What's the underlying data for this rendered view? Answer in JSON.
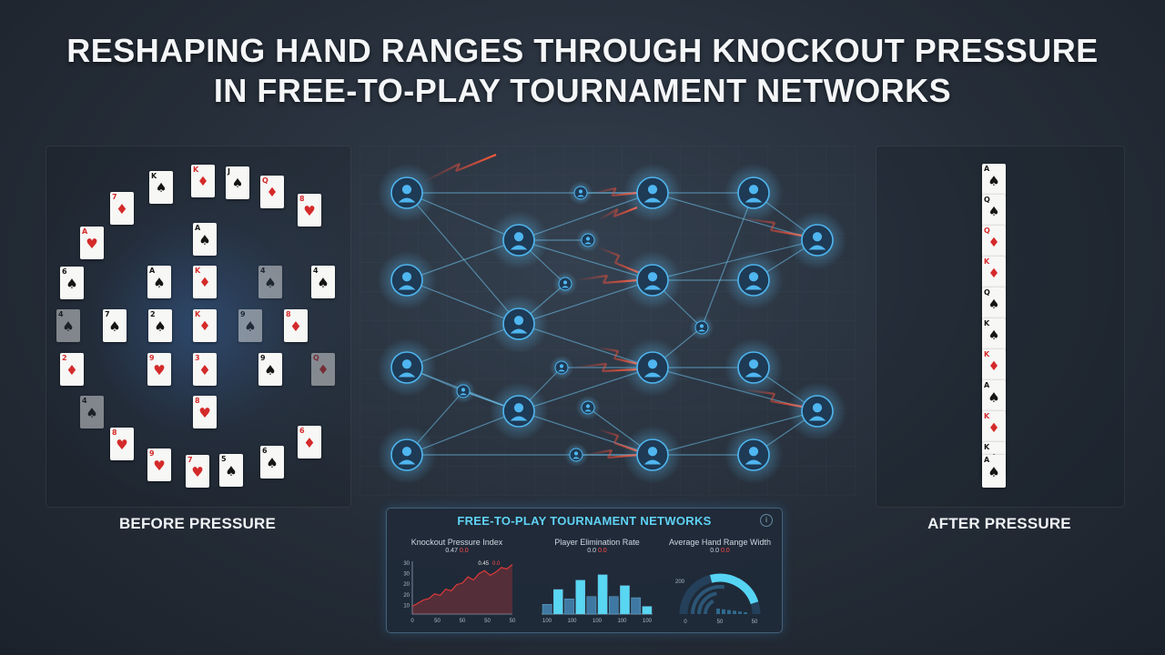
{
  "title": {
    "line1": "RESHAPING HAND RANGES THROUGH KNOCKOUT PRESSURE",
    "line2": "IN FREE-TO-PLAY TOURNAMENT NETWORKS"
  },
  "before": {
    "label": "BEFORE PRESSURE",
    "cards": [
      {
        "r": "K",
        "s": "♠",
        "c": "black",
        "f": true
      },
      {
        "r": "K",
        "s": "♦",
        "c": "red",
        "f": true
      },
      {
        "r": "J",
        "s": "♠",
        "c": "black",
        "f": true
      },
      {
        "r": "Q",
        "s": "♦",
        "c": "red",
        "f": true
      },
      {
        "r": "7",
        "s": "♦",
        "c": "red"
      },
      {
        "r": "8",
        "s": "♥",
        "c": "red"
      },
      {
        "r": "A",
        "s": "♥",
        "c": "red"
      },
      {
        "r": "A",
        "s": "♠",
        "c": "black"
      },
      {
        "r": "6",
        "s": "♠",
        "c": "black"
      },
      {
        "r": "A",
        "s": "♠",
        "c": "black"
      },
      {
        "r": "4",
        "s": "♠",
        "c": "black"
      },
      {
        "r": "K",
        "s": "♦",
        "c": "red",
        "f": true
      },
      {
        "r": "4",
        "s": "♠",
        "c": "black",
        "dim": true
      },
      {
        "r": "4",
        "s": "♠",
        "c": "black",
        "dim": true
      },
      {
        "r": "7",
        "s": "♠",
        "c": "black"
      },
      {
        "r": "2",
        "s": "♠",
        "c": "black"
      },
      {
        "r": "K",
        "s": "♦",
        "c": "red",
        "f": true
      },
      {
        "r": "9",
        "s": "♠",
        "c": "black",
        "dim": true
      },
      {
        "r": "8",
        "s": "♦",
        "c": "red"
      },
      {
        "r": "2",
        "s": "♦",
        "c": "red"
      },
      {
        "r": "9",
        "s": "♥",
        "c": "red"
      },
      {
        "r": "3",
        "s": "♦",
        "c": "red"
      },
      {
        "r": "9",
        "s": "♠",
        "c": "black"
      },
      {
        "r": "Q",
        "s": "♦",
        "c": "red",
        "f": true,
        "dim": true
      },
      {
        "r": "4",
        "s": "♠",
        "c": "black",
        "dim": true
      },
      {
        "r": "8",
        "s": "♥",
        "c": "red"
      },
      {
        "r": "8",
        "s": "♥",
        "c": "red"
      },
      {
        "r": "6",
        "s": "♦",
        "c": "red"
      },
      {
        "r": "9",
        "s": "♥",
        "c": "red"
      },
      {
        "r": "7",
        "s": "♥",
        "c": "red"
      },
      {
        "r": "5",
        "s": "♠",
        "c": "black"
      },
      {
        "r": "6",
        "s": "♠",
        "c": "black"
      },
      {
        "r": "3",
        "s": "♦",
        "c": "red"
      }
    ]
  },
  "after": {
    "label": "AFTER PRESSURE",
    "cards": [
      {
        "r": "A",
        "s": "♠",
        "c": "black"
      },
      {
        "r": "Q",
        "s": "♠",
        "c": "black",
        "f": true
      },
      {
        "r": "Q",
        "s": "♦",
        "c": "red",
        "f": true
      },
      {
        "r": "K",
        "s": "♦",
        "c": "red",
        "f": true
      },
      {
        "r": "Q",
        "s": "♠",
        "c": "black",
        "f": true
      },
      {
        "r": "K",
        "s": "♠",
        "c": "black",
        "f": true
      },
      {
        "r": "K",
        "s": "♦",
        "c": "red",
        "f": true
      },
      {
        "r": "A",
        "s": "♠",
        "c": "black"
      },
      {
        "r": "K",
        "s": "♦",
        "c": "red",
        "f": true
      },
      {
        "r": "K",
        "s": "♠",
        "c": "black",
        "f": true
      },
      {
        "r": "A",
        "s": "♠",
        "c": "black"
      }
    ]
  },
  "dashboard": {
    "title": "FREE-TO-PLAY TOURNAMENT NETWORKS",
    "info_icon": "info-icon",
    "charts": [
      {
        "title": "Knockout Pressure Index",
        "sub_a": "0.47",
        "sub_b": "0.0",
        "annotation_a": "0.45",
        "annotation_b": "0.0",
        "type": "line",
        "y_ticks": [
          "30",
          "30",
          "20",
          "20",
          "10"
        ],
        "x_ticks": [
          "0",
          "50",
          "50",
          "50",
          "50"
        ],
        "values": [
          5,
          7,
          9,
          10,
          13,
          12,
          16,
          15,
          19,
          20,
          24,
          22,
          26,
          28,
          25,
          27,
          30,
          29,
          32
        ]
      },
      {
        "title": "Player Elimination Rate",
        "sub_a": "0.0",
        "sub_b": "0.0",
        "type": "bar",
        "x_ticks": [
          "100",
          "100",
          "100",
          "100",
          "100"
        ],
        "values": [
          0.18,
          0.45,
          0.28,
          0.62,
          0.32,
          0.72,
          0.32,
          0.52,
          0.3,
          0.14
        ]
      },
      {
        "title": "Average Hand Range Width",
        "sub_a": "0.0",
        "sub_b": "0.0",
        "type": "gauge",
        "y_tick": "200",
        "x_ticks": [
          "0",
          "50",
          "50"
        ],
        "value": 0.55
      }
    ]
  },
  "colors": {
    "accent": "#5fd3f5",
    "node": "#4fb6f0",
    "edge": "#6fc4ee",
    "bolt": "#ff4b3a",
    "red_line": "#e03a3a"
  }
}
